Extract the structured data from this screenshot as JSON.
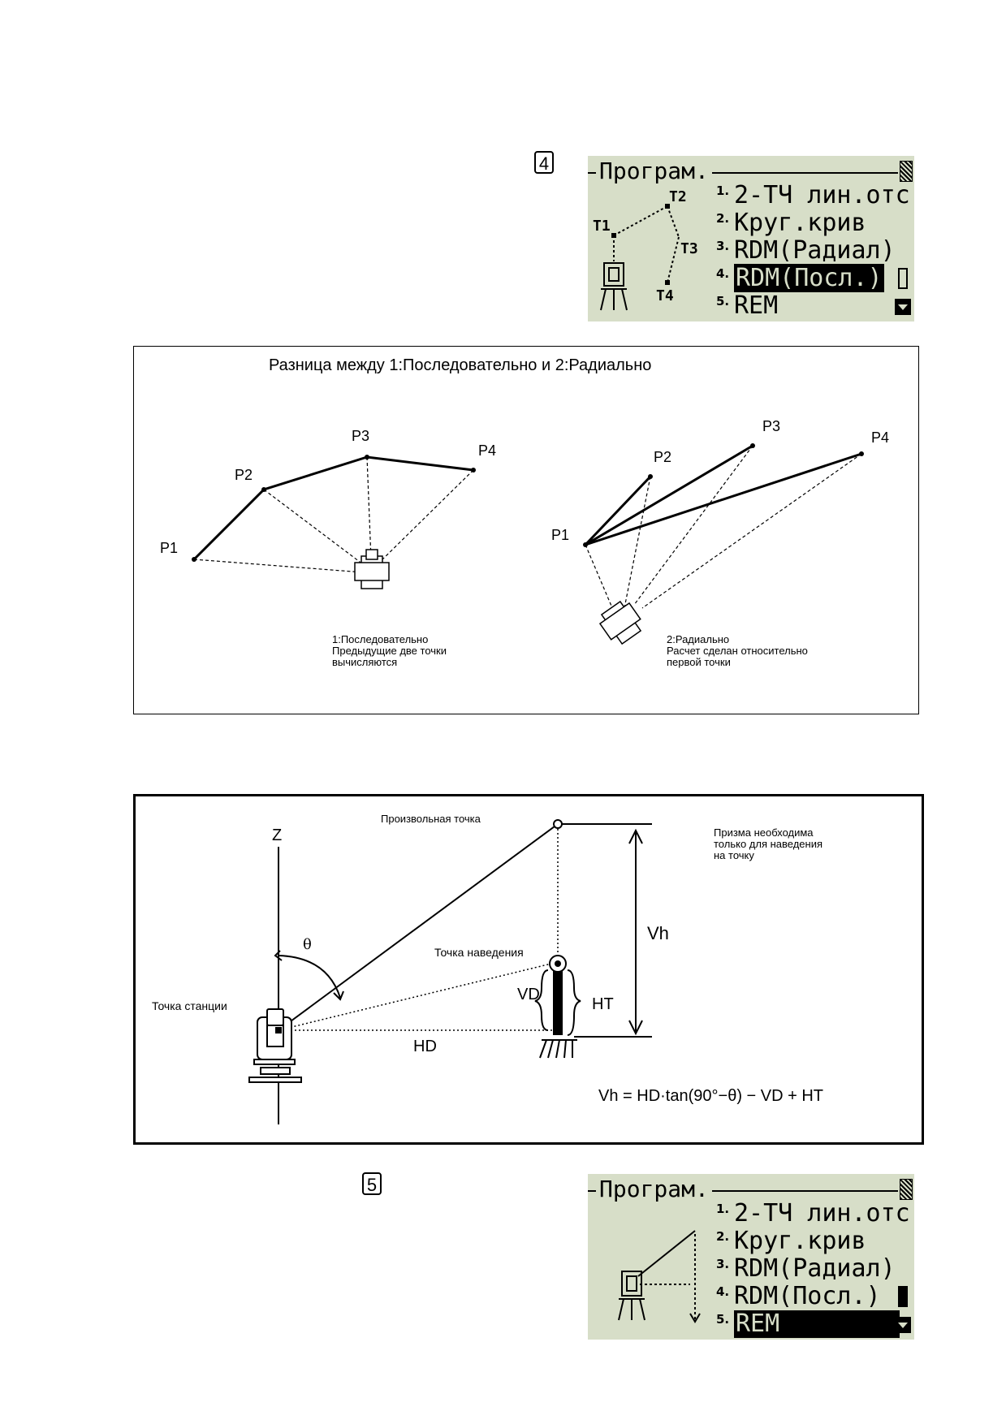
{
  "step4": {
    "number": "4"
  },
  "step5": {
    "number": "5"
  },
  "lcd_top": {
    "title": "Програм.",
    "items": [
      {
        "num": "1.",
        "label": "2-ТЧ лин.отс"
      },
      {
        "num": "2.",
        "label": "Круг.крив"
      },
      {
        "num": "3.",
        "label": "RDM(Радиал)"
      },
      {
        "num": "4.",
        "label": "RDM(Посл.)"
      },
      {
        "num": "5.",
        "label": "REM"
      }
    ],
    "selected_index": 3,
    "graphic_labels": {
      "t1": "T1",
      "t2": "T2",
      "t3": "T3",
      "t4": "T4"
    }
  },
  "lcd_bottom": {
    "title": "Програм.",
    "items": [
      {
        "num": "1.",
        "label": "2-ТЧ лин.отс"
      },
      {
        "num": "2.",
        "label": "Круг.крив"
      },
      {
        "num": "3.",
        "label": "RDM(Радиал)"
      },
      {
        "num": "4.",
        "label": "RDM(Посл.)"
      },
      {
        "num": "5.",
        "label": "REM"
      }
    ],
    "selected_index": 4
  },
  "fig1": {
    "title": "Разница между 1:Последовательно и 2:Радиально",
    "left_points": [
      "P1",
      "P2",
      "P3",
      "P4"
    ],
    "right_points": [
      "P1",
      "P2",
      "P3",
      "P4"
    ],
    "caption_left": [
      "1:Последовательно",
      "Предыдущие две точки",
      "вычисляются"
    ],
    "caption_right": [
      "2:Радиально",
      "Расчет сделан относительно",
      "первой точки"
    ]
  },
  "fig2": {
    "z_label": "Z",
    "arbitrary_point": "Произвольная точка",
    "prism_note": [
      "Призма необходима",
      "только для наведения",
      "на точку"
    ],
    "theta": "θ",
    "target_point": "Точка наведения",
    "station_point": "Точка станции",
    "vh": "Vh",
    "vd": "VD",
    "ht": "HT",
    "hd": "HD",
    "formula": "Vh = HD·tan(90°−θ) − VD + HT"
  }
}
